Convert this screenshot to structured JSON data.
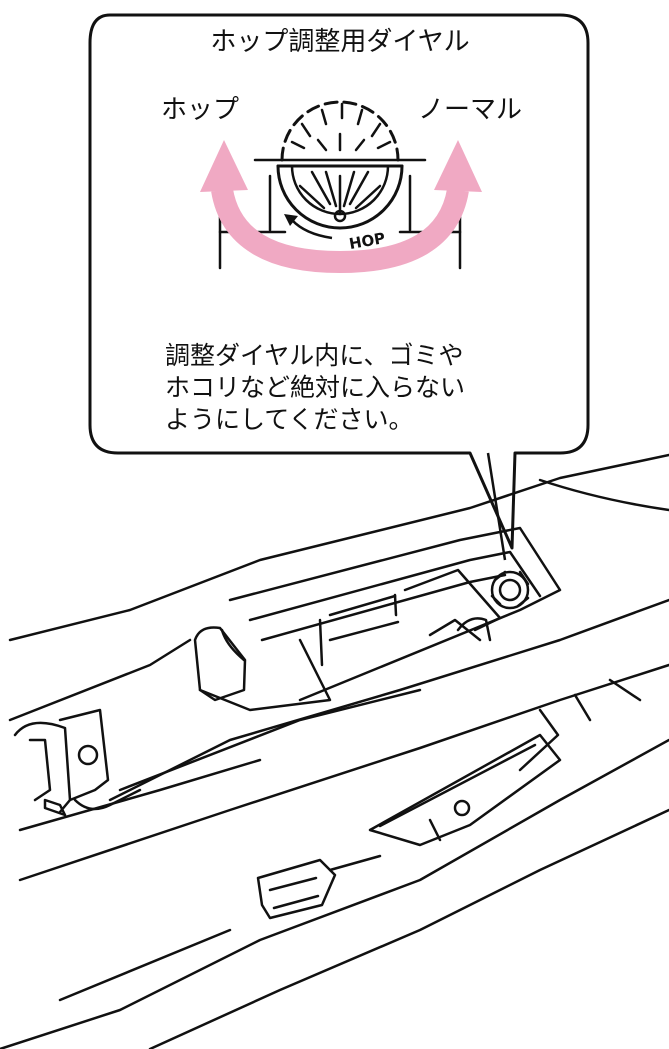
{
  "callout": {
    "title": "ホップ調整用ダイヤル",
    "left_label": "ホップ",
    "right_label": "ノーマル",
    "dial_label": "HOP",
    "note_lines": [
      "調整ダイヤル内に、ゴミや",
      "ホコリなど絶対に入らない",
      "ようにしてください。"
    ]
  },
  "colors": {
    "arrow": "#f0a9c3",
    "line": "#111111",
    "background": "#ffffff"
  }
}
